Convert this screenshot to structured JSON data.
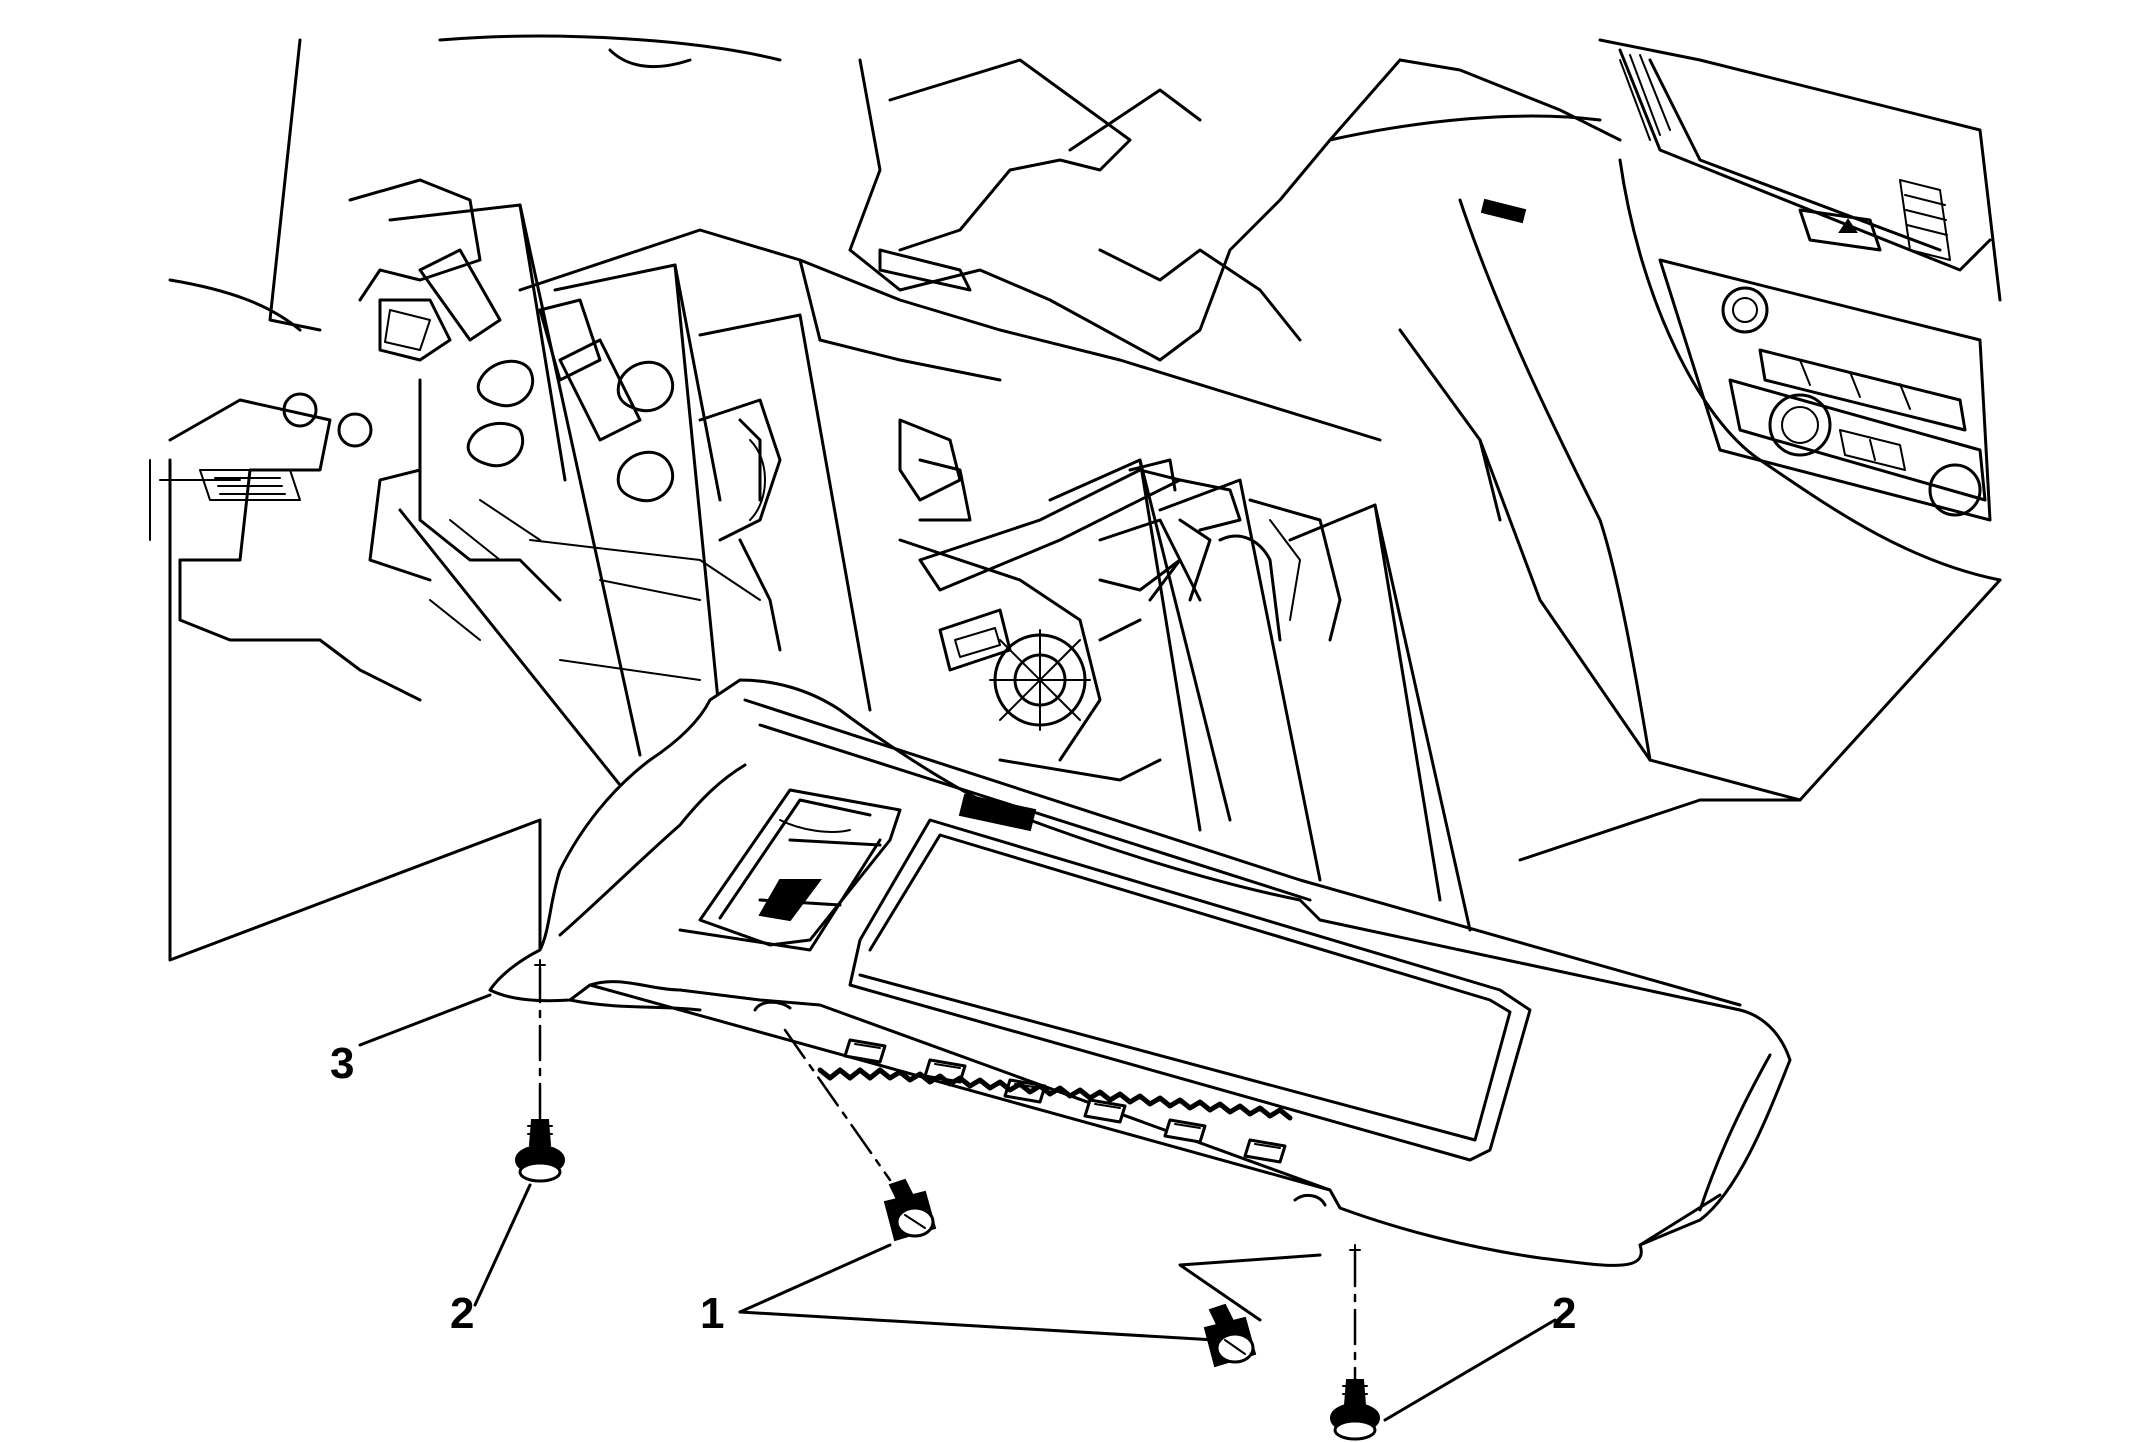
{
  "figure": {
    "callouts": [
      {
        "id": "1",
        "label": "1"
      },
      {
        "id": "2a",
        "label": "2"
      },
      {
        "id": "2b",
        "label": "2"
      },
      {
        "id": "3",
        "label": "3"
      }
    ]
  }
}
